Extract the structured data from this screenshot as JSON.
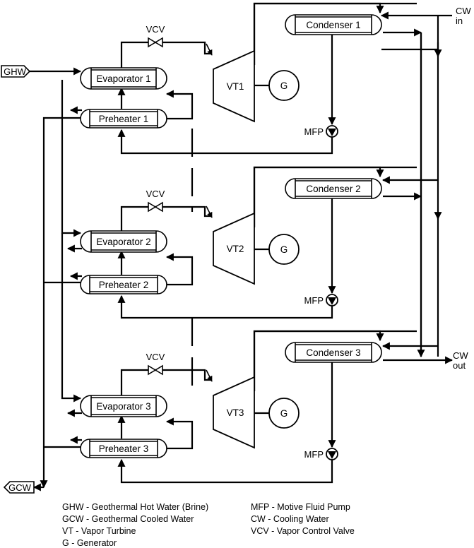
{
  "labels": {
    "ghw": "GHW",
    "gcw": "GCW",
    "cw_in": "CW\nin",
    "cw_out": "CW\nout",
    "vcv": "VCV",
    "mfp": "MFP",
    "generator": "G"
  },
  "stages": [
    {
      "evaporator": "Evaporator 1",
      "preheater": "Preheater 1",
      "condenser": "Condenser 1",
      "turbine": "VT1"
    },
    {
      "evaporator": "Evaporator 2",
      "preheater": "Preheater 2",
      "condenser": "Condenser 2",
      "turbine": "VT2"
    },
    {
      "evaporator": "Evaporator 3",
      "preheater": "Preheater 3",
      "condenser": "Condenser 3",
      "turbine": "VT3"
    }
  ],
  "legend": {
    "left": [
      "GHW - Geothermal Hot Water (Brine)",
      "GCW - Geothermal Cooled Water",
      "VT - Vapor Turbine",
      "G - Generator"
    ],
    "right": [
      "MFP - Motive Fluid Pump",
      "CW - Cooling Water",
      "VCV - Vapor Control Valve"
    ]
  }
}
